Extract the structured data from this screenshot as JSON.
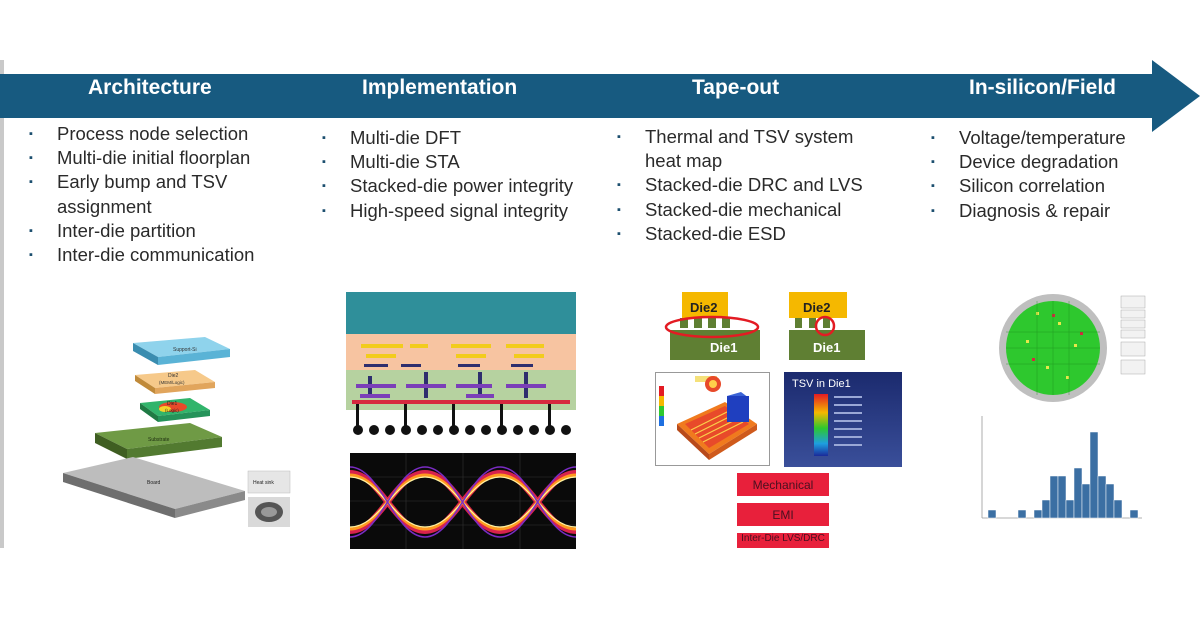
{
  "stages": [
    {
      "title": "Architecture",
      "items": [
        "Process node selection",
        "Multi-die initial floorplan",
        "Early bump and TSV assignment",
        "Inter-die partition",
        "Inter-die communication"
      ]
    },
    {
      "title": "Implementation",
      "items": [
        "Multi-die DFT",
        "Multi-die STA",
        "Stacked-die power integrity",
        "High-speed signal integrity"
      ]
    },
    {
      "title": "Tape-out",
      "items": [
        "Thermal and TSV system heat map",
        "Stacked-die DRC and LVS",
        "Stacked-die mechanical",
        "Stacked-die ESD"
      ]
    },
    {
      "title": "In-silicon/Field",
      "items": [
        "Voltage/temperature",
        "Device degradation",
        "Silicon correlation",
        "Diagnosis & repair"
      ]
    }
  ],
  "stack_labels": {
    "support": "Support-Si",
    "die2": "Die2",
    "die2_sub": "(MEM/Logic)",
    "die1": "Die1",
    "die1_sub": "(Logic)",
    "substrate": "Substrate",
    "board": "Board",
    "heatsink": "Heat sink"
  },
  "die_labels": {
    "die2_a": "Die2",
    "die1_a": "Die1",
    "die2_b": "Die2",
    "die1_b": "Die1"
  },
  "tsv_label": "TSV in Die1",
  "tape_tags": [
    "Mechanical",
    "EMI",
    "Inter-Die LVS/DRC"
  ],
  "colors": {
    "arrow": "#175a80",
    "die_gold": "#f5b800",
    "die_green": "#5f7f33",
    "highlight_red": "#e31b23",
    "wafer_green": "#2ec82e",
    "hist_blue": "#3b6fa3"
  }
}
